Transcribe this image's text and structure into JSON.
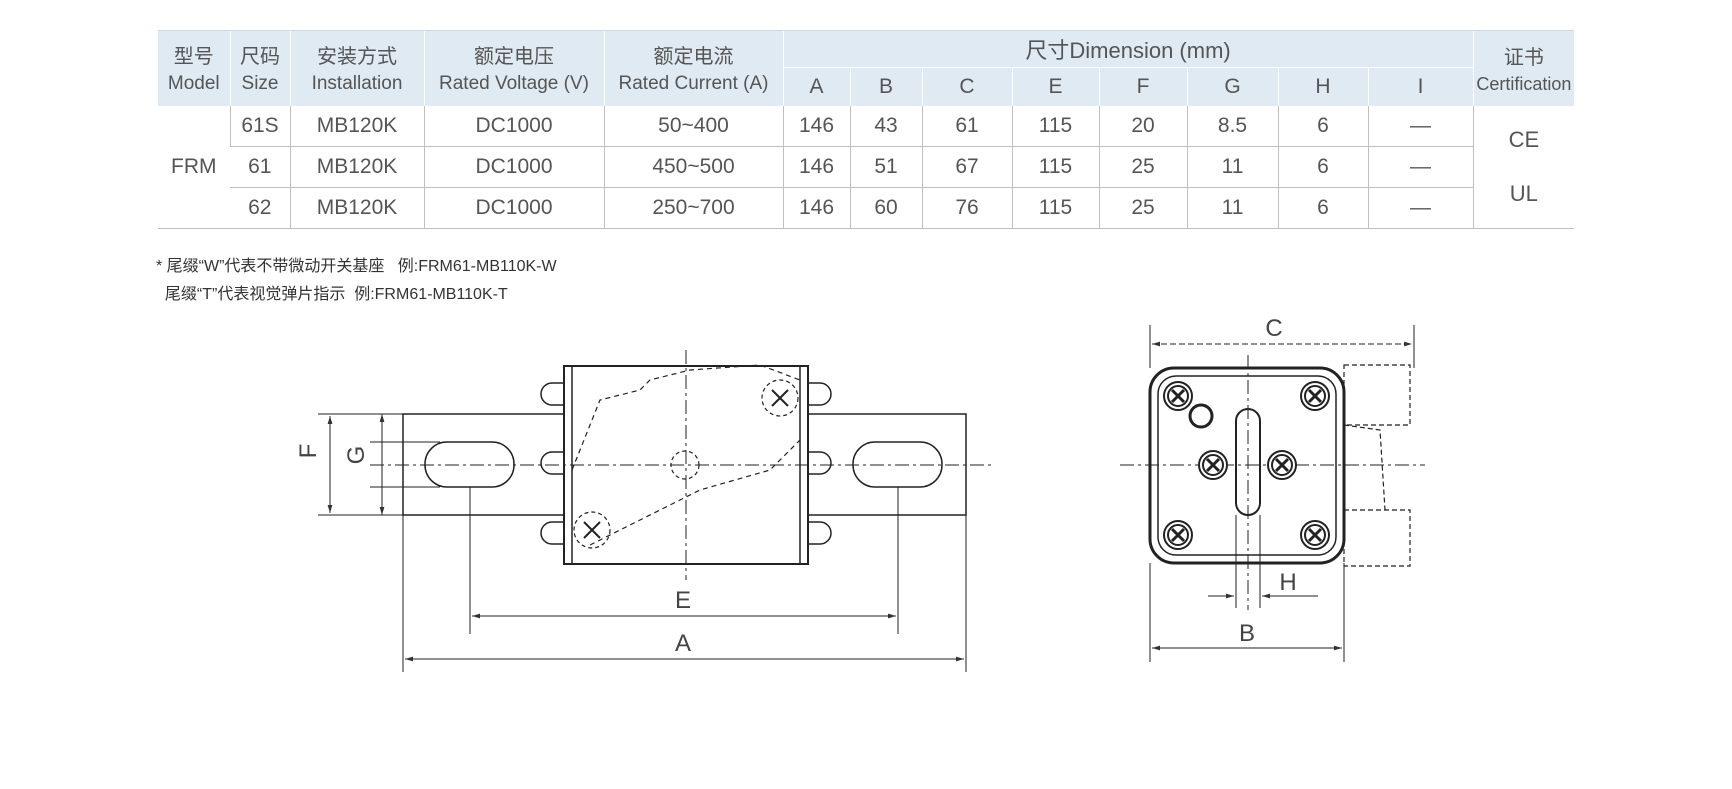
{
  "table": {
    "headers": {
      "model": {
        "cn": "型号",
        "en": "Model"
      },
      "size": {
        "cn": "尺码",
        "en": "Size"
      },
      "installation": {
        "cn": "安装方式",
        "en": "Installation"
      },
      "voltage": {
        "cn": "额定电压",
        "en": "Rated Voltage (V)"
      },
      "current": {
        "cn": "额定电流",
        "en": "Rated Current (A)"
      },
      "dimension": "尺寸Dimension (mm)",
      "dims": [
        "A",
        "B",
        "C",
        "E",
        "F",
        "G",
        "H",
        "I"
      ],
      "cert": {
        "cn": "证书",
        "en": "Certification"
      }
    },
    "model": "FRM",
    "rows": [
      {
        "size": "61S",
        "install": "MB120K",
        "voltage": "DC1000",
        "current": "50~400",
        "dims": [
          "146",
          "43",
          "61",
          "115",
          "20",
          "8.5",
          "6",
          "—"
        ]
      },
      {
        "size": "61",
        "install": "MB120K",
        "voltage": "DC1000",
        "current": "450~500",
        "dims": [
          "146",
          "51",
          "67",
          "115",
          "25",
          "11",
          "6",
          "—"
        ]
      },
      {
        "size": "62",
        "install": "MB120K",
        "voltage": "DC1000",
        "current": "250~700",
        "dims": [
          "146",
          "60",
          "76",
          "115",
          "25",
          "11",
          "6",
          "—"
        ]
      }
    ],
    "certs": [
      "CE",
      "UL"
    ]
  },
  "notes": [
    "* 尾缀“W”代表不带微动开关基座   例:FRM61-MB110K-W",
    "  尾缀“T”代表视觉弹片指示  例:FRM61-MB110K-T"
  ],
  "drawing": {
    "labels": {
      "A": "A",
      "E": "E",
      "F": "F",
      "G": "G",
      "C": "C",
      "B": "B",
      "H": "H"
    }
  }
}
